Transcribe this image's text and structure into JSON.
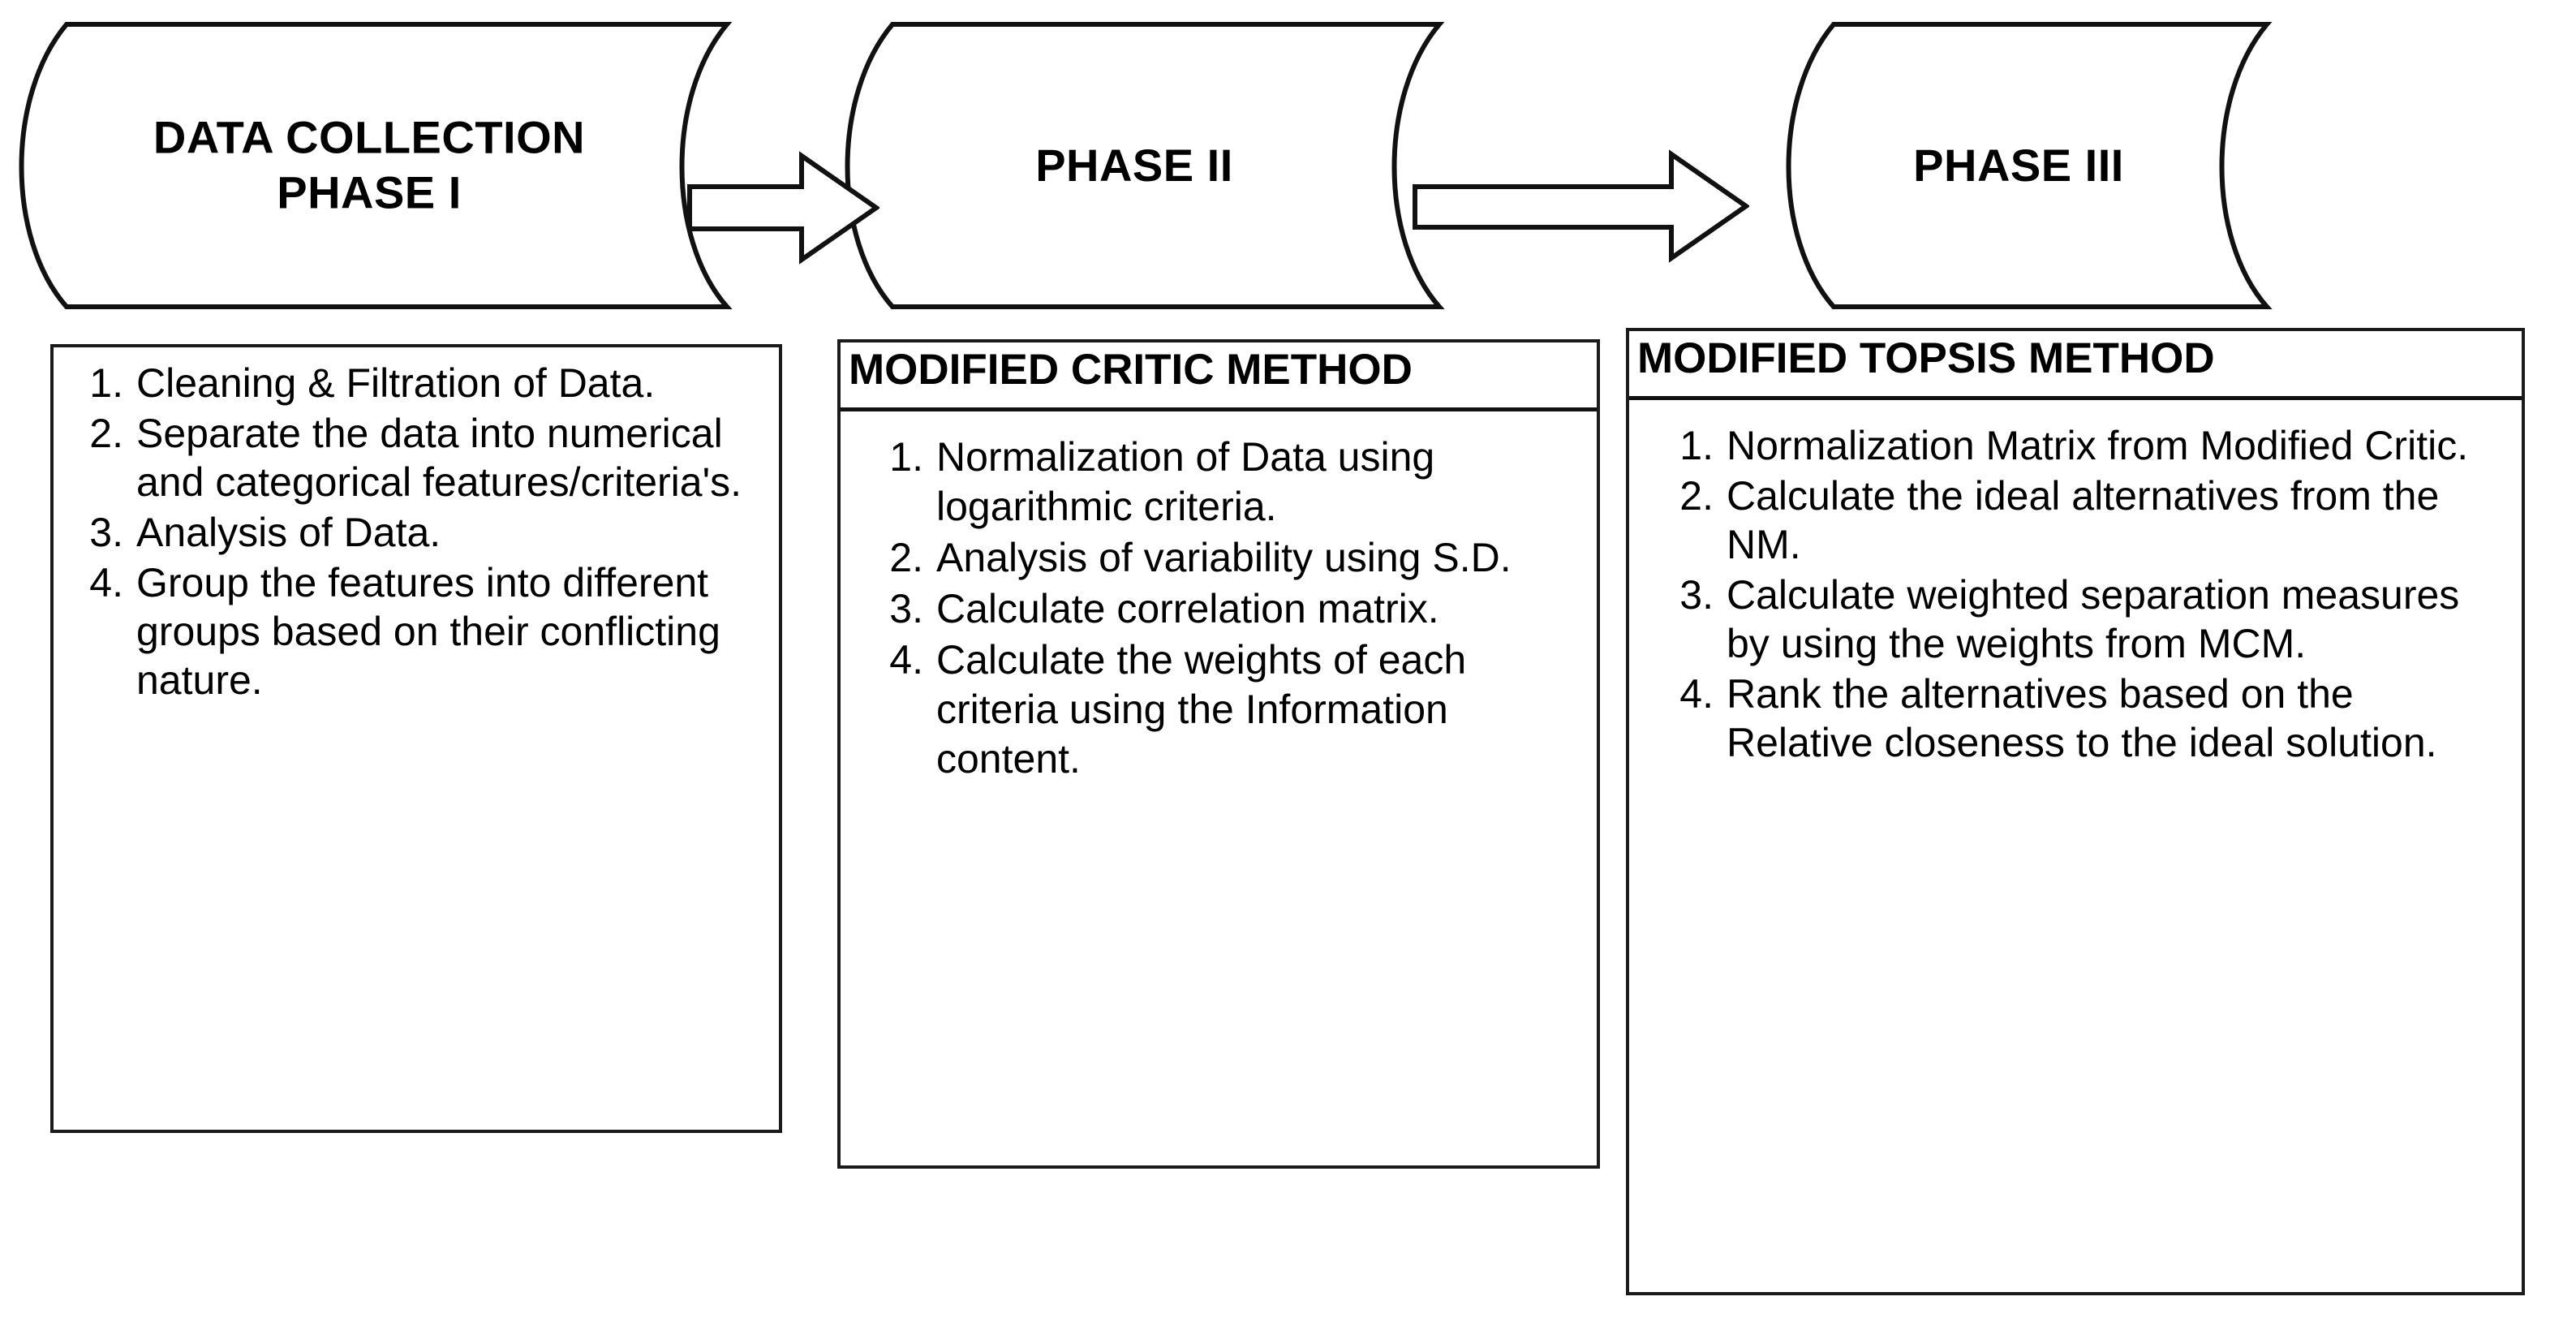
{
  "diagram": {
    "title": "Three-phase methodology flowchart",
    "line_color": "#111111",
    "fill_color": "#ffffff"
  },
  "phases": [
    {
      "id": "phase-1",
      "label": "DATA COLLECTION\nPHASE I"
    },
    {
      "id": "phase-2",
      "label": "PHASE II"
    },
    {
      "id": "phase-3",
      "label": "PHASE III"
    }
  ],
  "connectors": [
    {
      "id": "arrow-1",
      "direction": "right"
    },
    {
      "id": "arrow-2",
      "direction": "right"
    }
  ],
  "panels": [
    {
      "id": "panel-phase1",
      "heading": "",
      "has_heading": false,
      "steps": [
        {
          "num": "1.",
          "text": "Cleaning & Filtration of Data."
        },
        {
          "num": "2.",
          "text": "Separate the data into numerical and categorical features/criteria's."
        },
        {
          "num": "3.",
          "text": "Analysis of Data."
        },
        {
          "num": "4.",
          "text": "Group the features into different groups based on their conflicting nature."
        }
      ]
    },
    {
      "id": "panel-critic",
      "heading": "MODIFIED CRITIC METHOD",
      "has_heading": true,
      "steps": [
        {
          "num": "1.",
          "text": "Normalization of Data using logarithmic criteria."
        },
        {
          "num": "2.",
          "text": "Analysis of variability using S.D."
        },
        {
          "num": "3.",
          "text": "Calculate correlation matrix."
        },
        {
          "num": "4.",
          "text": "Calculate the weights of each criteria using the Information content."
        }
      ]
    },
    {
      "id": "panel-topsis",
      "heading": "MODIFIED TOPSIS METHOD",
      "has_heading": true,
      "steps": [
        {
          "num": "1.",
          "text": "Normalization Matrix from Modified Critic."
        },
        {
          "num": "2.",
          "text": "Calculate the ideal alternatives from the NM."
        },
        {
          "num": "3.",
          "text": "Calculate weighted separation measures by using the weights from MCM."
        },
        {
          "num": "4.",
          "text": "Rank the alternatives based on the Relative closeness to the ideal solution."
        }
      ]
    }
  ]
}
